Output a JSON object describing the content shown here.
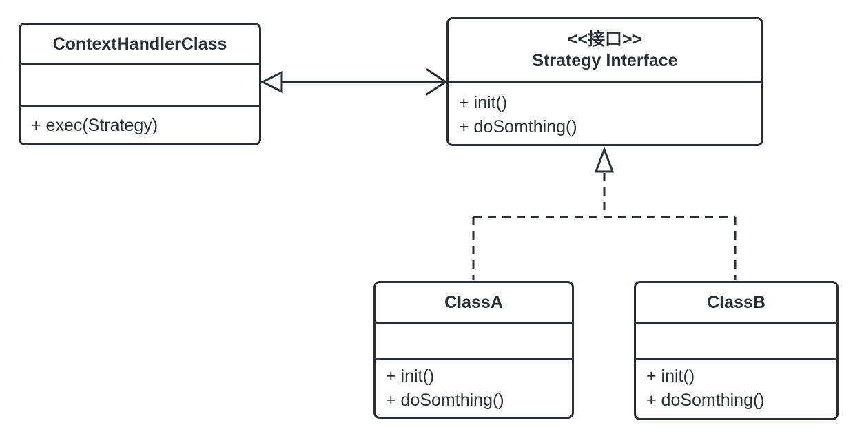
{
  "colors": {
    "stroke": "#2b2e35",
    "text": "#2b2e35",
    "background": "#ffffff"
  },
  "classes": {
    "context_handler": {
      "title": "ContextHandlerClass",
      "methods": [
        "+ exec(Strategy)"
      ]
    },
    "strategy_interface": {
      "stereotype": "<<接口>>",
      "title": "Strategy Interface",
      "methods": [
        "+ init()",
        "+ doSomthing()"
      ]
    },
    "class_a": {
      "title": "ClassA",
      "methods": [
        "+ init()",
        "+ doSomthing()"
      ]
    },
    "class_b": {
      "title": "ClassB",
      "methods": [
        "+ init()",
        "+ doSomthing()"
      ]
    }
  },
  "relationships": [
    {
      "name": "association",
      "from": "ContextHandlerClass",
      "to": "Strategy Interface",
      "line": "solid",
      "ends": "hollow-triangle-left, open-arrow-right"
    },
    {
      "name": "realization",
      "from": "ClassA",
      "to": "Strategy Interface",
      "line": "dashed",
      "ends": "hollow-triangle-up"
    },
    {
      "name": "realization",
      "from": "ClassB",
      "to": "Strategy Interface",
      "line": "dashed",
      "ends": "hollow-triangle-up"
    }
  ]
}
